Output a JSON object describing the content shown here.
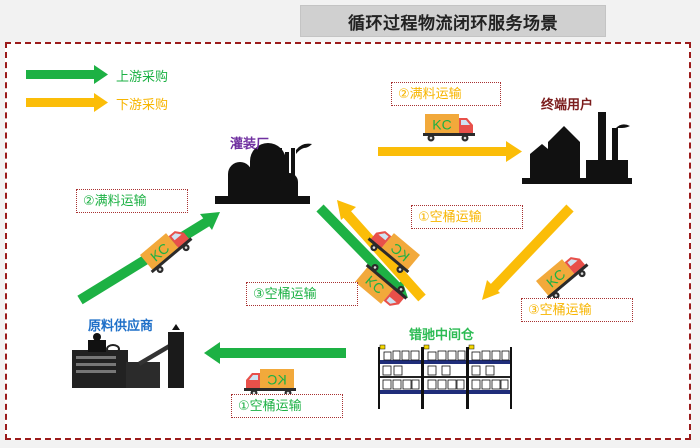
{
  "title": "循环过程物流闭环服务场景",
  "colors": {
    "upstream": "#1db144",
    "downstream": "#fbbd08",
    "frame": "#9b1b1b",
    "truck_box": "#f2a93b",
    "truck_cab": "#e8504a",
    "kc_text": "#1db144"
  },
  "legend": [
    {
      "label": "上游采购",
      "color": "upstream"
    },
    {
      "label": "下游采购",
      "color": "downstream"
    }
  ],
  "nodes": {
    "filling_plant": {
      "label": "灌装厂",
      "color": "#7030a0",
      "icon": "factory-icon"
    },
    "end_user": {
      "label": "终端用户",
      "color": "#7b1c1c",
      "icon": "plant-icon"
    },
    "supplier": {
      "label": "原料供应商",
      "color": "#1e6fc8",
      "icon": "industrial-plant-icon"
    },
    "warehouse": {
      "label": "错驰中间仓",
      "color": "#2dbb54",
      "icon": "warehouse-shelf-icon"
    }
  },
  "truck_label": "KC",
  "tags": {
    "supplier_to_plant": "②满料运输",
    "plant_to_user": "②满料运输",
    "warehouse_to_plant": "①空桶运输",
    "plant_to_warehouse": "③空桶运输",
    "user_to_warehouse": "③空桶运输",
    "warehouse_to_supplier": "①空桶运输"
  }
}
